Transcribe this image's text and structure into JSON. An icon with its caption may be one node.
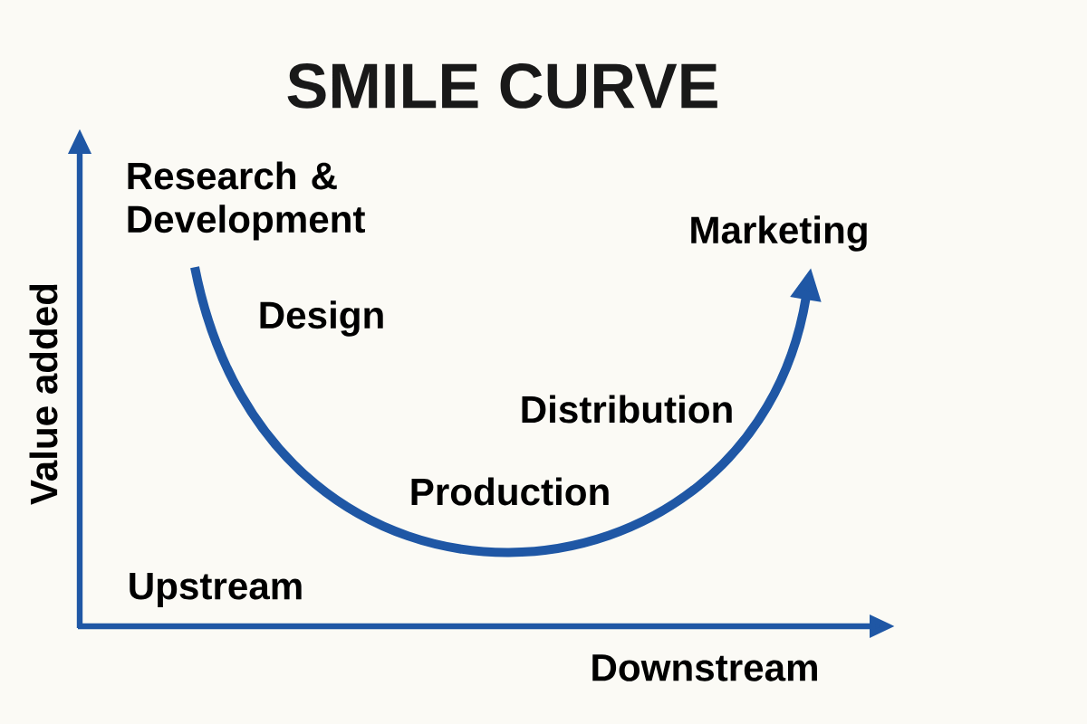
{
  "diagram": {
    "title": "SMILE CURVE",
    "nodes": [
      {
        "text": [
          "Research & Development"
        ]
      },
      {
        "text": [
          "Marketing"
        ]
      }
    ],
    "edges": [
      {
        "from": 0,
        "to": 1,
        "arrow": "to"
      }
    ],
    "labels": [
      "Value added",
      "Design",
      "Distribution",
      "Production",
      "Upstream",
      "Downstream"
    ]
  }
}
